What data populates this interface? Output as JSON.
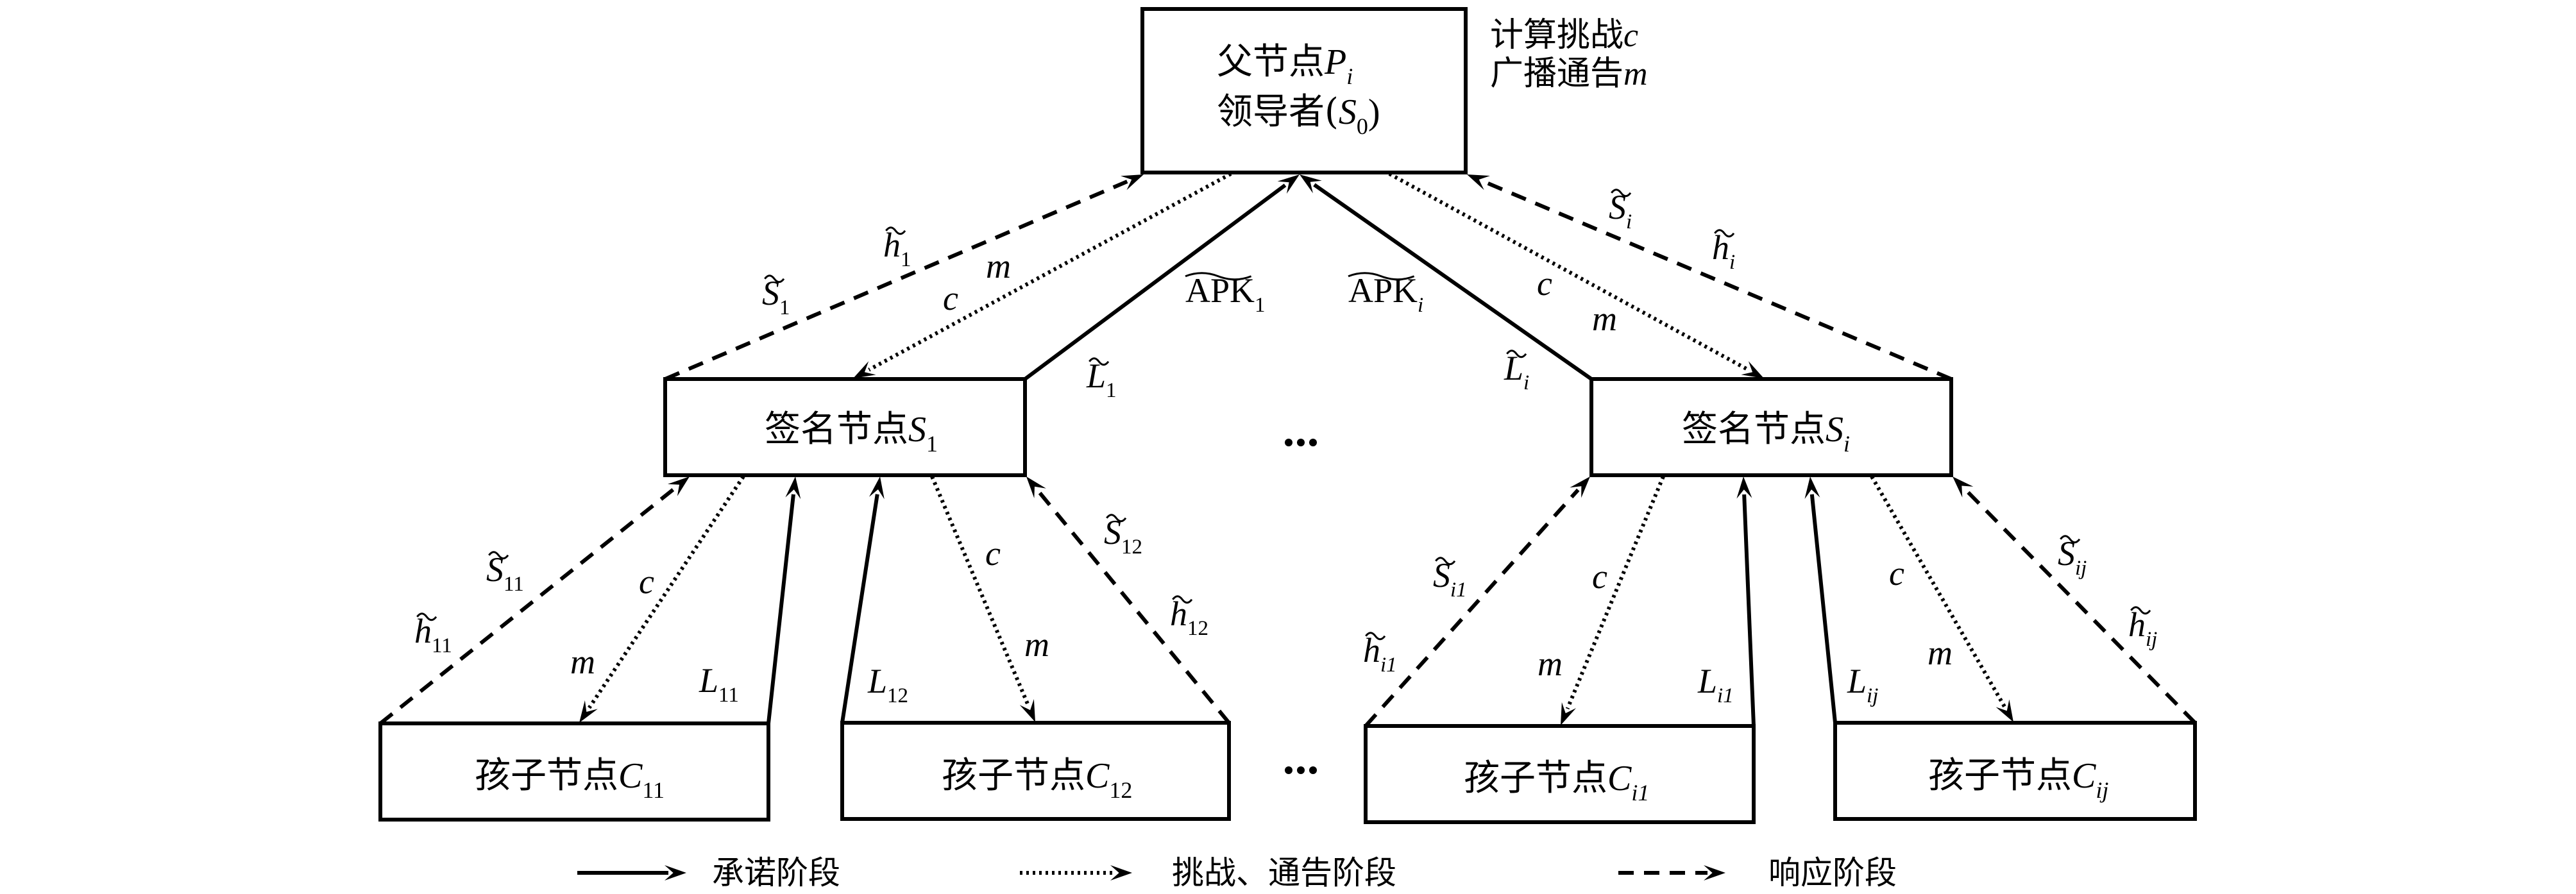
{
  "diagram": {
    "parent": {
      "line1": {
        "text": "父节点",
        "var": "P",
        "sub": "i"
      },
      "line2": {
        "text": "领导者(",
        "var": "S",
        "sub": "0",
        "close": ")"
      }
    },
    "annotation": {
      "line1": {
        "text": "计算挑战",
        "var": "c"
      },
      "line2": {
        "text": "广播通告",
        "var": "m"
      }
    },
    "signers": [
      {
        "id": "s1",
        "text": "签名节点",
        "var": "S",
        "sub": "1"
      },
      {
        "id": "si",
        "text": "签名节点",
        "var": "S",
        "sub": "i"
      }
    ],
    "children": [
      {
        "id": "c11",
        "text": "孩子节点",
        "var": "C",
        "sub": "11"
      },
      {
        "id": "c12",
        "text": "孩子节点",
        "var": "C",
        "sub": "12"
      },
      {
        "id": "ci1",
        "text": "孩子节点",
        "var": "C",
        "sub": "i1"
      },
      {
        "id": "cij",
        "text": "孩子节点",
        "var": "C",
        "sub": "ij"
      }
    ],
    "ellipsis": "…",
    "edge_labels": {
      "apk1": {
        "var": "APK",
        "sub": "1",
        "tilde": true
      },
      "apki": {
        "var": "APK",
        "sub": "i",
        "tilde": true
      },
      "l1": {
        "var": "L",
        "sub": "1",
        "tilde": true
      },
      "li": {
        "var": "L",
        "sub": "i",
        "tilde": true
      },
      "s1": {
        "var": "S",
        "sub": "1",
        "tilde": true
      },
      "h1": {
        "var": "h",
        "sub": "1",
        "tilde": true
      },
      "si": {
        "var": "S",
        "sub": "i",
        "tilde": true
      },
      "hi": {
        "var": "h",
        "sub": "i",
        "tilde": true
      },
      "c": "c",
      "m": "m",
      "s11": {
        "var": "S",
        "sub": "11",
        "tilde": true
      },
      "h11": {
        "var": "h",
        "sub": "11",
        "tilde": true
      },
      "l11": {
        "var": "L",
        "sub": "11",
        "tilde": false
      },
      "l12": {
        "var": "L",
        "sub": "12",
        "tilde": false
      },
      "s12": {
        "var": "S",
        "sub": "12",
        "tilde": true
      },
      "h12": {
        "var": "h",
        "sub": "12",
        "tilde": true
      },
      "si1": {
        "var": "S",
        "sub": "i1",
        "tilde": true
      },
      "hi1": {
        "var": "h",
        "sub": "i1",
        "tilde": true
      },
      "li1": {
        "var": "L",
        "sub": "i1",
        "tilde": false
      },
      "lij": {
        "var": "L",
        "sub": "ij",
        "tilde": false
      },
      "sij": {
        "var": "S",
        "sub": "ij",
        "tilde": true
      },
      "hij": {
        "var": "h",
        "sub": "ij",
        "tilde": true
      }
    },
    "legend": [
      {
        "style": "solid",
        "label": "承诺阶段"
      },
      {
        "style": "dotted",
        "label": "挑战、通告阶段"
      },
      {
        "style": "dashed",
        "label": "响应阶段"
      }
    ]
  }
}
